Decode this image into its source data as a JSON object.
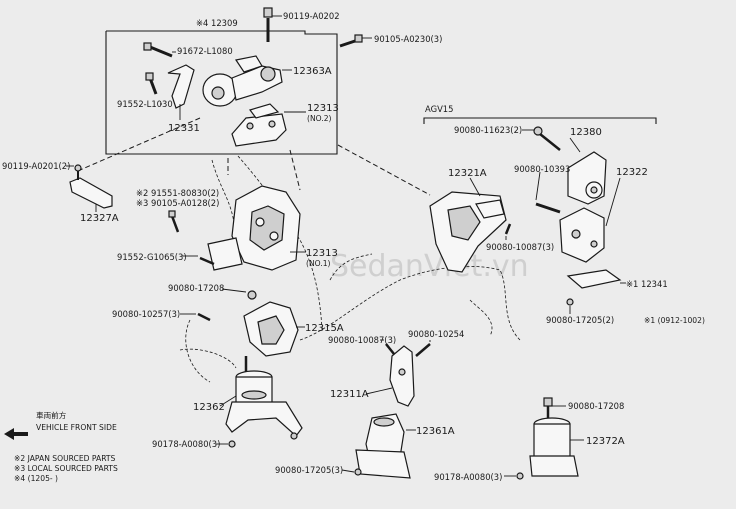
{
  "labels": {
    "p90119_A0202": "90119-A0202",
    "p12309": "※4 12309",
    "p90105_A0230": "90105-A0230(3)",
    "p91672_L1080": "91672-L1080",
    "p12363A": "12363A",
    "p91552_L1030": "91552-L1030",
    "p12313_no2": "12313",
    "no2": "(NO.2)",
    "p12331": "12331",
    "p90119_A0201": "90119-A0201(2)",
    "p12327A": "12327A",
    "p91551_80830": "※2 91551-80830(2)",
    "p90105_A0128": "※3 90105-A0128(2)",
    "p91552_G1065": "91552-G1065(3)",
    "p12313_no1": "12313",
    "no1": "(NO.1)",
    "p90080_17208_a": "90080-17208",
    "p90080_10257": "90080-10257(3)",
    "p12315A": "12315A",
    "p12362": "12362",
    "p90178_A0080_a": "90178-A0080(3)",
    "agv15": "AGV15",
    "p90080_11623": "90080-11623(2)",
    "p12380": "12380",
    "p90080_10393": "90080-10393",
    "p12321A": "12321A",
    "p12322": "12322",
    "p90080_10087_a": "90080-10087(3)",
    "p12341": "※1 12341",
    "p90080_17205_a": "90080-17205(2)",
    "note1": "※1 (0912-1002)",
    "p90080_10087_b": "90080-10087(3)",
    "p90080_10254": "90080-10254",
    "p12311A": "12311A",
    "p12361A": "12361A",
    "p90080_17205_b": "90080-17205(3)",
    "p90080_17208_b": "90080-17208",
    "p12372A": "12372A",
    "p90178_A0080_b": "90178-A0080(3)"
  },
  "legend": {
    "direction_jp": "車両前方",
    "direction_en": "VEHICLE FRONT SIDE",
    "note2": "※2 JAPAN SOURCED PARTS",
    "note3": "※3 LOCAL SOURCED PARTS",
    "note4": "※4 (1205-      )"
  },
  "watermark": "SedanViet.vn",
  "icons": [
    "front-direction-arrow-icon"
  ]
}
